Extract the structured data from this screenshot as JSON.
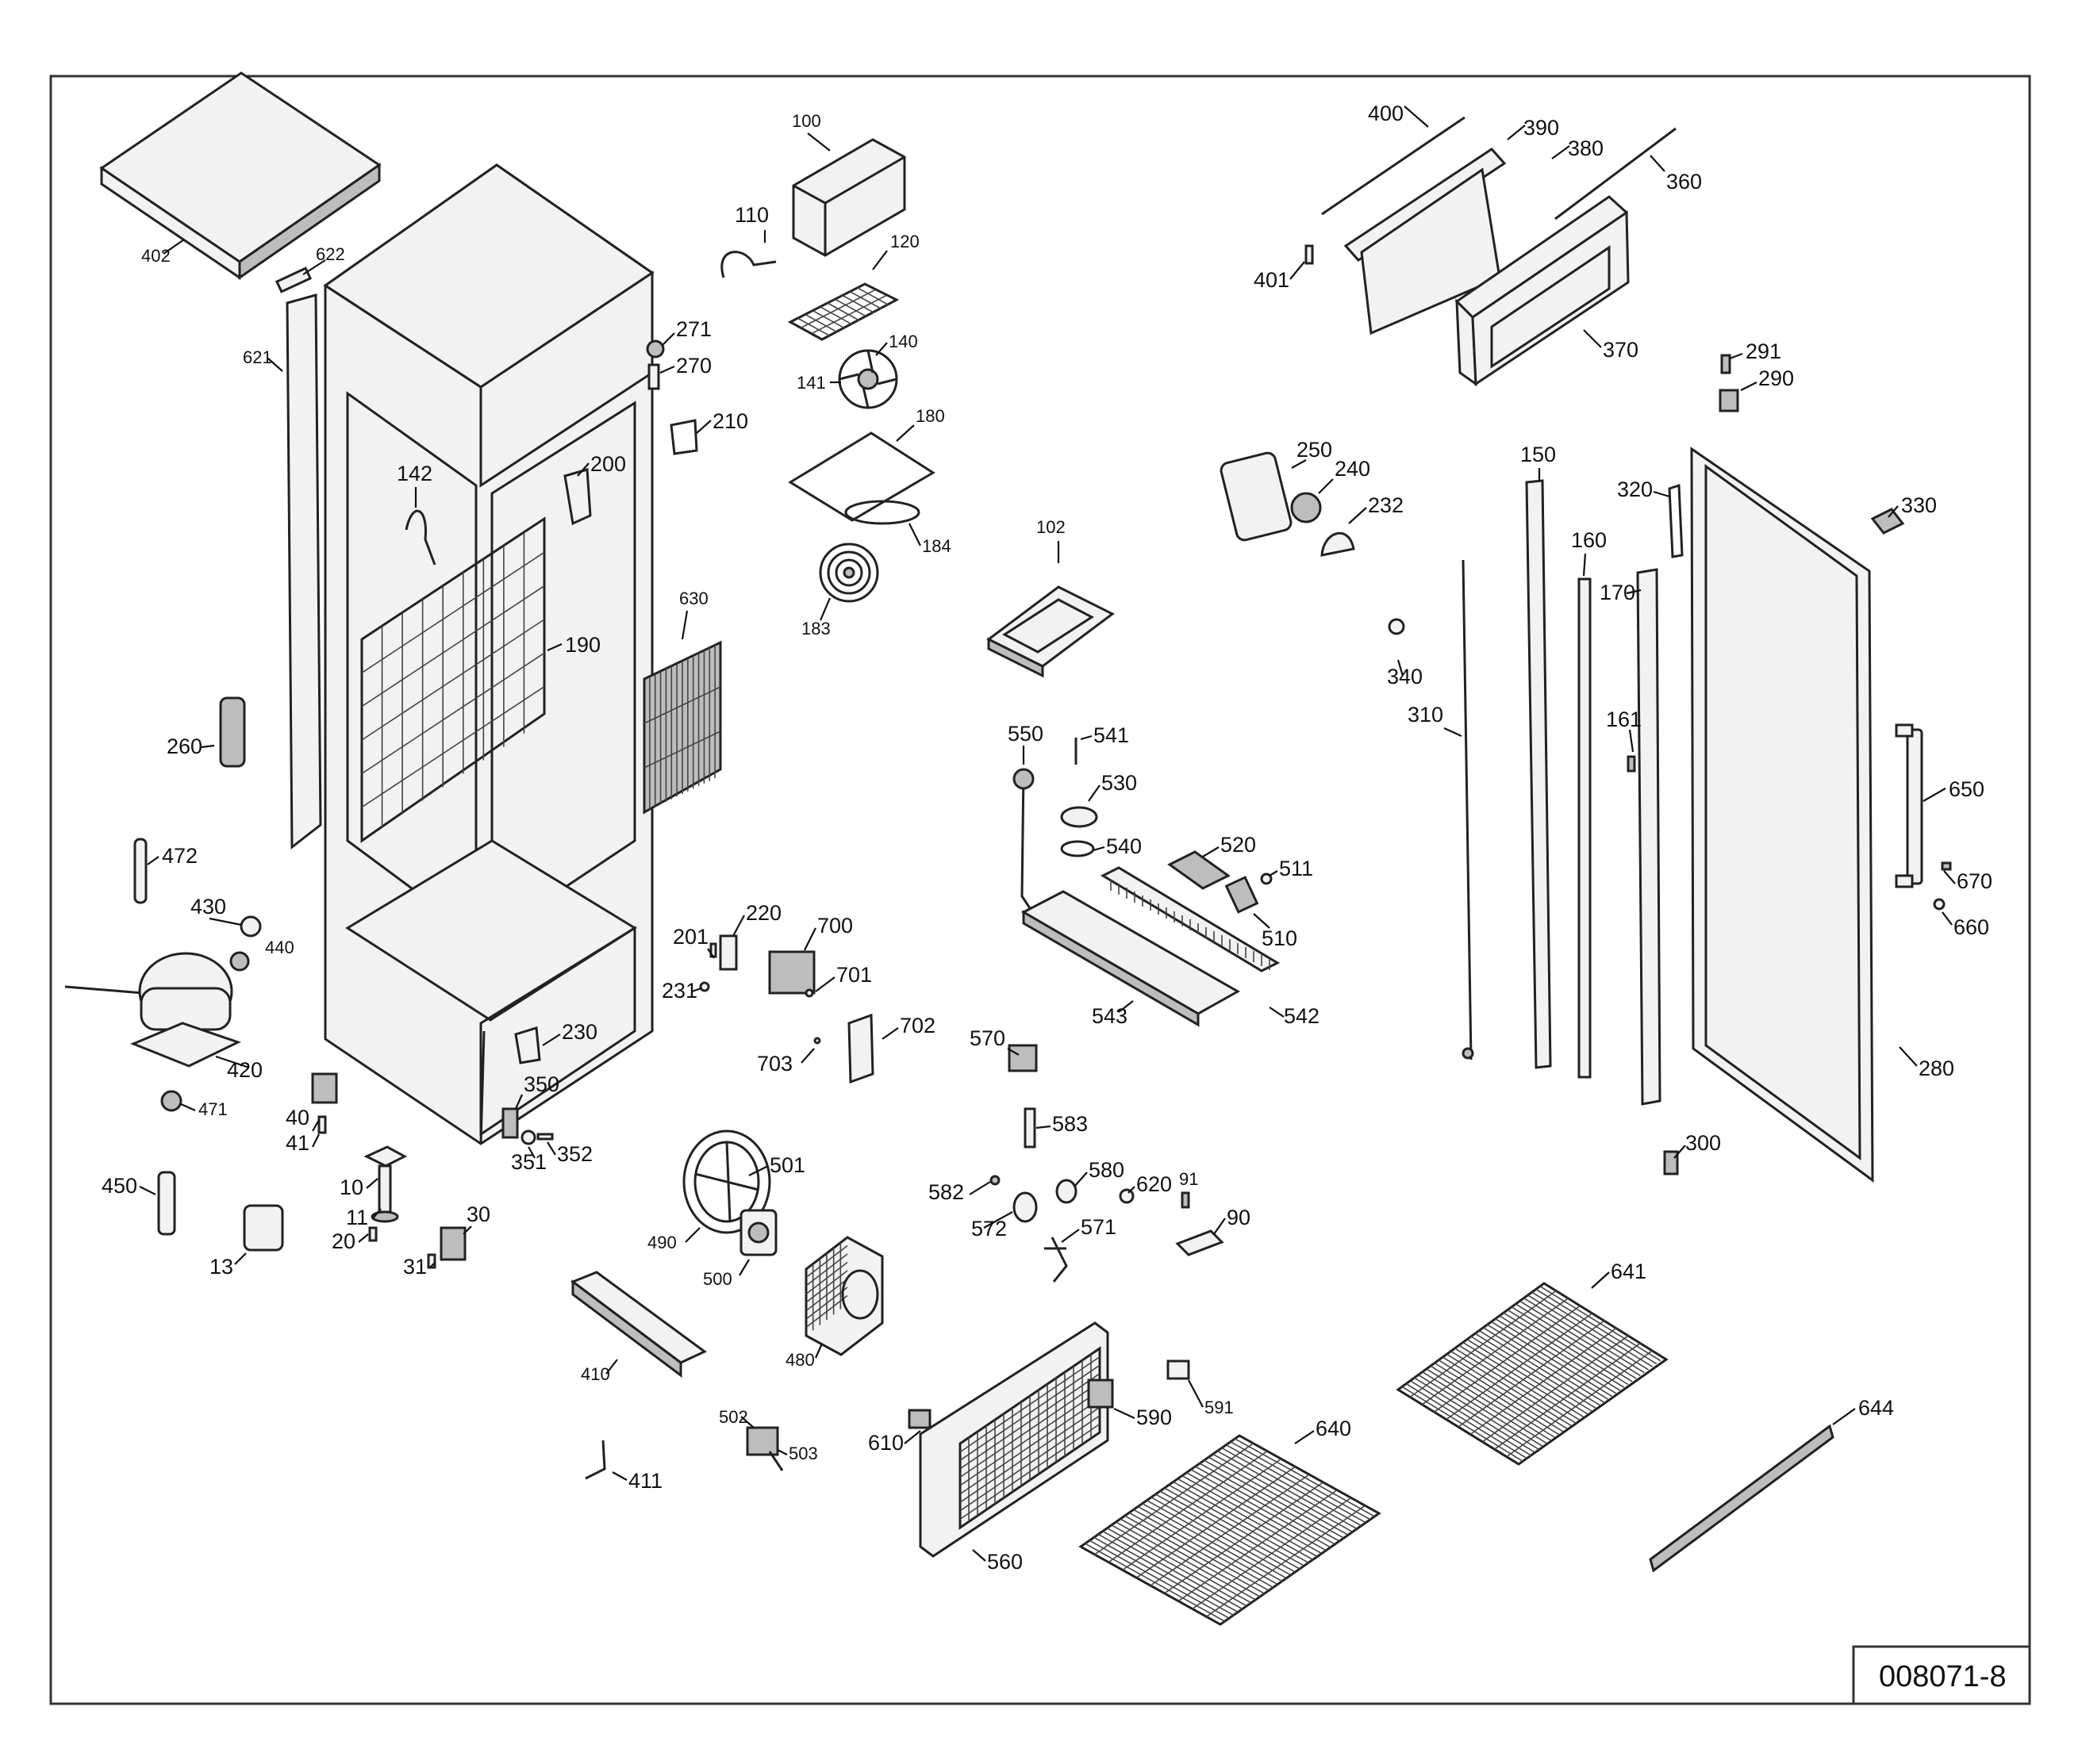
{
  "drawing_code": "008071-8",
  "callouts": {
    "p100": "100",
    "p102": "102",
    "p110": "110",
    "p120": "120",
    "p140": "140",
    "p141": "141",
    "p142": "142",
    "p150": "150",
    "p160": "160",
    "p161": "161",
    "p170": "170",
    "p180": "180",
    "p183": "183",
    "p184": "184",
    "p190": "190",
    "p200": "200",
    "p201": "201",
    "p210": "210",
    "p220": "220",
    "p230": "230",
    "p231": "231",
    "p232": "232",
    "p240": "240",
    "p250": "250",
    "p260": "260",
    "p270": "270",
    "p271": "271",
    "p280": "280",
    "p290": "290",
    "p291": "291",
    "p300": "300",
    "p310": "310",
    "p320": "320",
    "p330": "330",
    "p340": "340",
    "p350": "350",
    "p351": "351",
    "p352": "352",
    "p360": "360",
    "p370": "370",
    "p380": "380",
    "p390": "390",
    "p400": "400",
    "p401": "401",
    "p402": "402",
    "p410": "410",
    "p411": "411",
    "p420": "420",
    "p430": "430",
    "p440": "440",
    "p450": "450",
    "p471": "471",
    "p472": "472",
    "p480": "480",
    "p490": "490",
    "p500": "500",
    "p501": "501",
    "p502": "502",
    "p503": "503",
    "p510": "510",
    "p511": "511",
    "p520": "520",
    "p530": "530",
    "p540": "540",
    "p541": "541",
    "p542": "542",
    "p543": "543",
    "p550": "550",
    "p560": "560",
    "p570": "570",
    "p571": "571",
    "p572": "572",
    "p580": "580",
    "p582": "582",
    "p583": "583",
    "p590": "590",
    "p591": "591",
    "p610": "610",
    "p620": "620",
    "p621": "621",
    "p622": "622",
    "p630": "630",
    "p640": "640",
    "p641": "641",
    "p644": "644",
    "p650": "650",
    "p660": "660",
    "p670": "670",
    "p700": "700",
    "p701": "701",
    "p702": "702",
    "p703": "703",
    "p10": "10",
    "p11": "11",
    "p13": "13",
    "p20": "20",
    "p30": "30",
    "p31": "31",
    "p40": "40",
    "p41": "41",
    "p90": "90",
    "p91": "91"
  }
}
